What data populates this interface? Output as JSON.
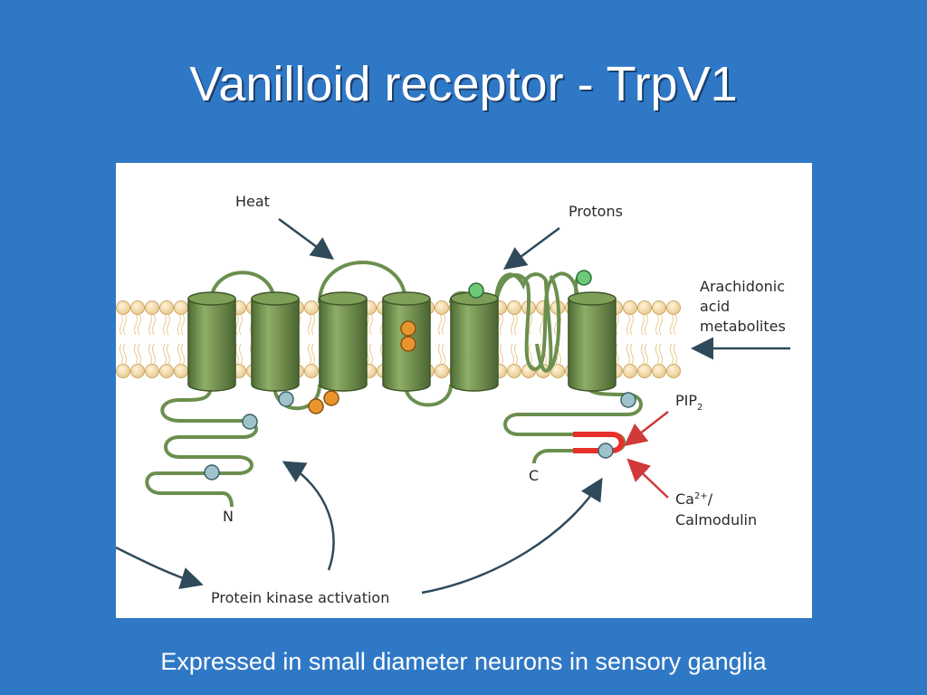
{
  "slide": {
    "title": "Vanilloid receptor - TrpV1",
    "caption": "Expressed in small diameter neurons in sensory ganglia"
  },
  "diagram": {
    "labels": {
      "heat": "Heat",
      "protons": "Protons",
      "arachidonic_line1": "Arachidonic",
      "arachidonic_line2": "acid",
      "arachidonic_line3": "metabolites",
      "pip2": "PIP",
      "pip2_sub": "2",
      "ca_line1_base": "Ca",
      "ca_line1_sup": "2+",
      "ca_line1_tail": "/",
      "ca_line2": "Calmodulin",
      "n_terminus": "N",
      "c_terminus": "C",
      "protein_kinase": "Protein kinase activation"
    },
    "colors": {
      "backbone": "#6b8f4e",
      "helix": "#6f8f4a",
      "lipid_head": "#f1d9a6",
      "site_blue": "#9fc3cc",
      "site_green": "#6cc97a",
      "site_orange": "#e8952f",
      "pip2_region": "#e8302a",
      "arrow_dark": "#2f4a5a",
      "arrow_red": "#d03a3a"
    }
  }
}
